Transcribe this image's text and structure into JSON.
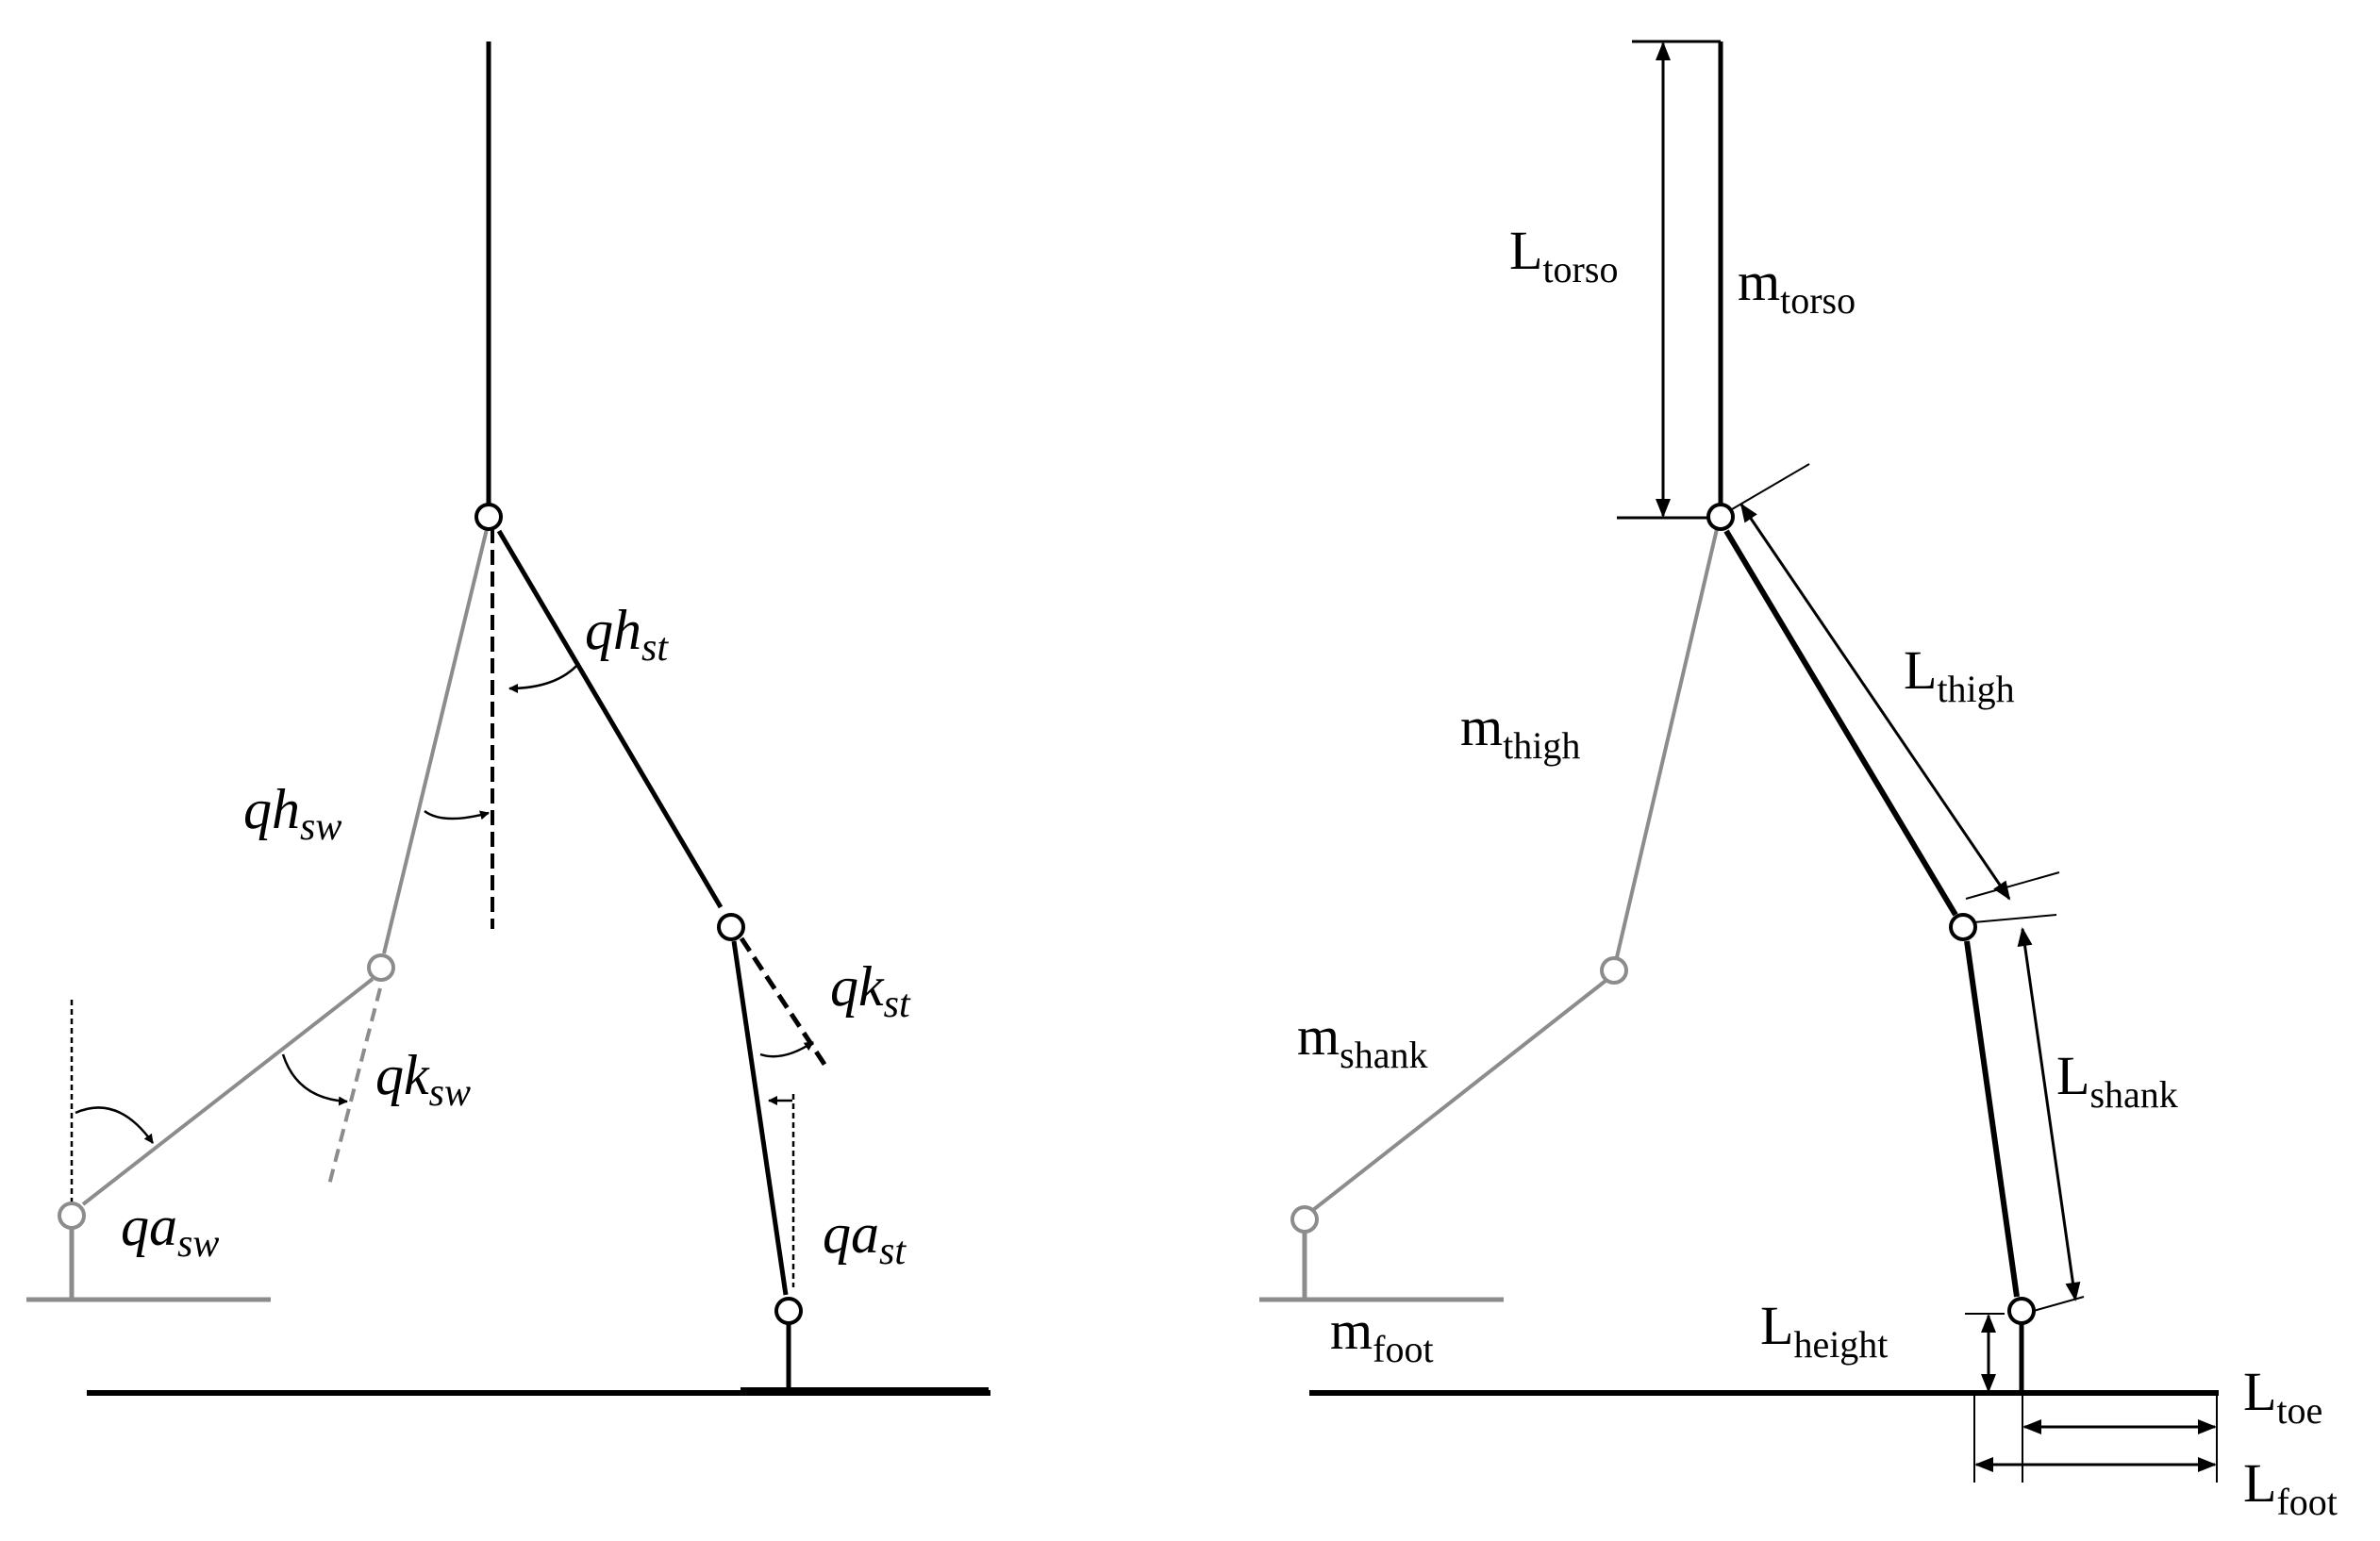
{
  "left_diagram": {
    "angle_labels": [
      {
        "id": "qh-st",
        "main": "qh",
        "sub": "st"
      },
      {
        "id": "qh-sw",
        "main": "qh",
        "sub": "sw"
      },
      {
        "id": "qk-st",
        "main": "qk",
        "sub": "st"
      },
      {
        "id": "qk-sw",
        "main": "qk",
        "sub": "sw"
      },
      {
        "id": "qa-sw",
        "main": "qa",
        "sub": "sw"
      },
      {
        "id": "qa-st",
        "main": "qa",
        "sub": "st"
      }
    ]
  },
  "right_diagram": {
    "labels": [
      {
        "id": "l-torso",
        "main": "L",
        "sub": "torso"
      },
      {
        "id": "m-torso",
        "main": "m",
        "sub": "torso"
      },
      {
        "id": "l-thigh",
        "main": "L",
        "sub": "thigh"
      },
      {
        "id": "m-thigh",
        "main": "m",
        "sub": "thigh"
      },
      {
        "id": "l-shank",
        "main": "L",
        "sub": "shank"
      },
      {
        "id": "m-shank",
        "main": "m",
        "sub": "shank"
      },
      {
        "id": "l-height",
        "main": "L",
        "sub": "height"
      },
      {
        "id": "m-foot",
        "main": "m",
        "sub": "foot"
      },
      {
        "id": "l-toe",
        "main": "L",
        "sub": "toe"
      },
      {
        "id": "l-foot",
        "main": "L",
        "sub": "foot"
      }
    ]
  },
  "colors": {
    "stance_leg": "#000000",
    "swing_leg": "#8c8c8c"
  }
}
